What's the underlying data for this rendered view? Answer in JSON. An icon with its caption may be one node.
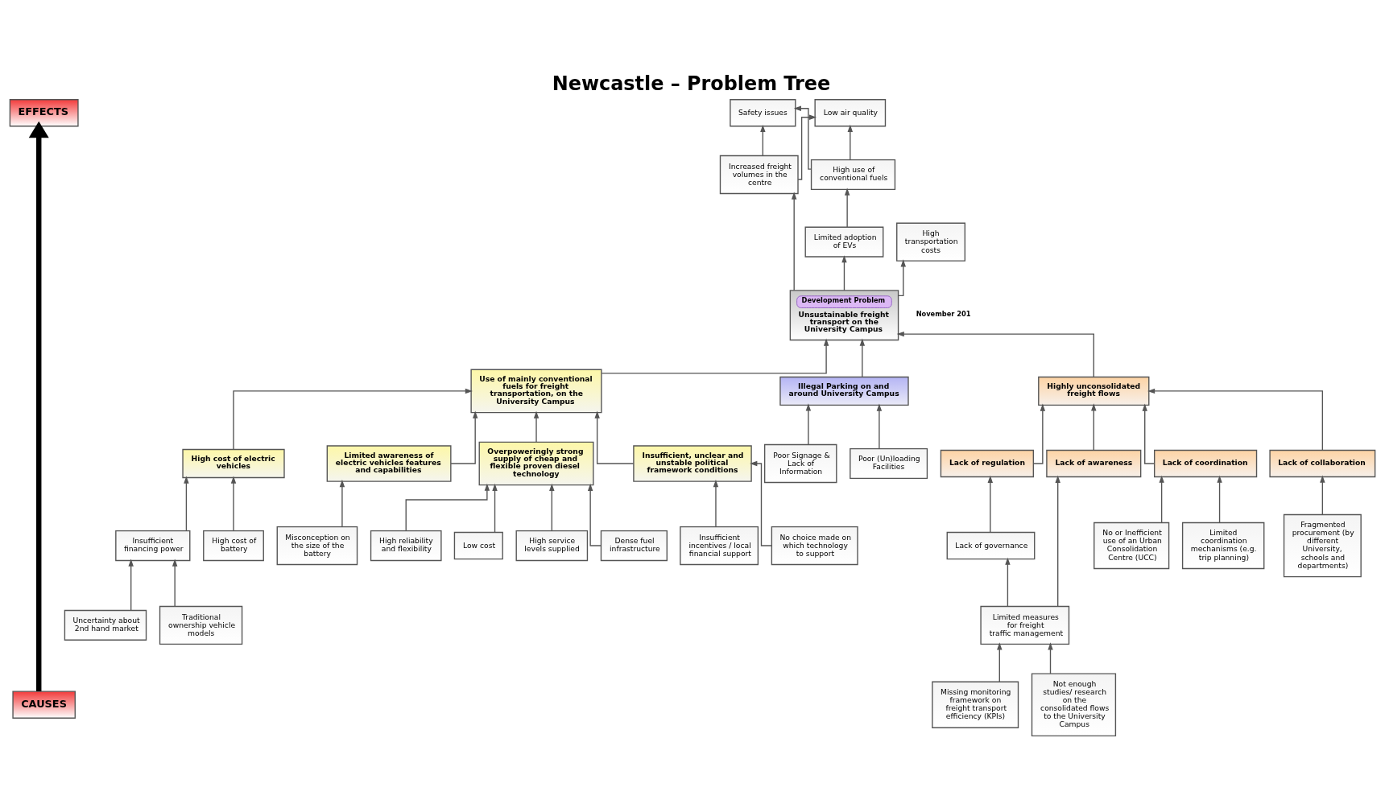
{
  "diagram": {
    "title": "Newcastle – Problem Tree",
    "nodes": [
      {
        "text": [
          "EFFECTS"
        ]
      },
      {
        "text": [
          "CAUSES"
        ]
      },
      {
        "text": [
          "Safety issues"
        ]
      },
      {
        "text": [
          "Low air quality"
        ]
      },
      {
        "text": [
          "High use of conventional fuels"
        ]
      },
      {
        "text": [
          "Increased freight volumes in the centre"
        ]
      },
      {
        "text": [
          "High transportation costs"
        ]
      },
      {
        "text": [
          "Limited adoption of EVs"
        ]
      },
      {
        "text": [
          "Development Problem",
          "Unsustainable freight transport on the University Campus"
        ]
      },
      {
        "text": [
          "Use of mainly conventional fuels for freight transportation, on the University Campus"
        ]
      },
      {
        "text": [
          "Illegal Parking on and around University Campus"
        ]
      },
      {
        "text": [
          "Highly unconsolidated freight flows"
        ]
      },
      {
        "text": [
          "High cost of electric vehicles"
        ]
      },
      {
        "text": [
          "Limited awareness of electric vehicles features and capabilities"
        ]
      },
      {
        "text": [
          "Overpoweringly strong supply of cheap and flexible proven diesel technology"
        ]
      },
      {
        "text": [
          "Insufficient, unclear and unstable political framework conditions"
        ]
      },
      {
        "text": [
          "Insufficient financing power"
        ]
      },
      {
        "text": [
          "High cost of battery"
        ]
      },
      {
        "text": [
          "Uncertainty about 2nd hand market"
        ]
      },
      {
        "text": [
          "Traditional ownership vehicle models"
        ]
      },
      {
        "text": [
          "Misconception on the size of the battery"
        ]
      },
      {
        "text": [
          "High reliability and flexibility"
        ]
      },
      {
        "text": [
          "Low cost"
        ]
      },
      {
        "text": [
          "High service levels supplied"
        ]
      },
      {
        "text": [
          "Dense fuel infrastructure"
        ]
      },
      {
        "text": [
          "Insufficient incentives / local financial support"
        ]
      },
      {
        "text": [
          "No choice made on which technology to support"
        ]
      },
      {
        "text": [
          "Poor Signage & Lack of Information"
        ]
      },
      {
        "text": [
          "Poor (Un)loading Facilities"
        ]
      },
      {
        "text": [
          "Lack of regulation"
        ]
      },
      {
        "text": [
          "Lack of awareness"
        ]
      },
      {
        "text": [
          "Lack of coordination"
        ]
      },
      {
        "text": [
          "Lack of collaboration"
        ]
      },
      {
        "text": [
          "Lack of governance"
        ]
      },
      {
        "text": [
          "Limited measures for freight traffic management"
        ]
      },
      {
        "text": [
          "Missing monitoring framework on freight transport efficiency (KPIs)"
        ]
      },
      {
        "text": [
          "Not enough studies/ research on the consolidated flows to the University Campus"
        ]
      },
      {
        "text": [
          "No or Inefficient use of an Urban Consolidation Centre (UCC)"
        ]
      },
      {
        "text": [
          "Limited coordination mechanisms (e.g. trip planning)"
        ]
      },
      {
        "text": [
          "Fragmented procurement (by different University, schools and departments)"
        ]
      }
    ],
    "edges": [
      {
        "from": 1,
        "to": 0,
        "arrow": "to",
        "style": "thick",
        "color": "#000000"
      },
      {
        "from": 5,
        "to": 2,
        "arrow": "to"
      },
      {
        "from": 5,
        "to": 3,
        "arrow": "to"
      },
      {
        "from": 4,
        "to": 2,
        "arrow": "to"
      },
      {
        "from": 4,
        "to": 3,
        "arrow": "to"
      },
      {
        "from": 7,
        "to": 4,
        "arrow": "to"
      },
      {
        "from": 8,
        "to": 5,
        "arrow": "to"
      },
      {
        "from": 8,
        "to": 6,
        "arrow": "to"
      },
      {
        "from": 8,
        "to": 7,
        "arrow": "to"
      },
      {
        "from": 9,
        "to": 8,
        "arrow": "to"
      },
      {
        "from": 10,
        "to": 8,
        "arrow": "to"
      },
      {
        "from": 11,
        "to": 8,
        "arrow": "to"
      },
      {
        "from": 12,
        "to": 9,
        "arrow": "to"
      },
      {
        "from": 13,
        "to": 9,
        "arrow": "to"
      },
      {
        "from": 14,
        "to": 9,
        "arrow": "to"
      },
      {
        "from": 15,
        "to": 9,
        "arrow": "to"
      },
      {
        "from": 16,
        "to": 12,
        "arrow": "to"
      },
      {
        "from": 17,
        "to": 12,
        "arrow": "to"
      },
      {
        "from": 18,
        "to": 16,
        "arrow": "to"
      },
      {
        "from": 19,
        "to": 16,
        "arrow": "to"
      },
      {
        "from": 20,
        "to": 13,
        "arrow": "to"
      },
      {
        "from": 21,
        "to": 14,
        "arrow": "to"
      },
      {
        "from": 22,
        "to": 14,
        "arrow": "to"
      },
      {
        "from": 23,
        "to": 14,
        "arrow": "to"
      },
      {
        "from": 24,
        "to": 14,
        "arrow": "to"
      },
      {
        "from": 25,
        "to": 15,
        "arrow": "to"
      },
      {
        "from": 26,
        "to": 15,
        "arrow": "to"
      },
      {
        "from": 27,
        "to": 10,
        "arrow": "to"
      },
      {
        "from": 28,
        "to": 10,
        "arrow": "to"
      },
      {
        "from": 29,
        "to": 11,
        "arrow": "to"
      },
      {
        "from": 30,
        "to": 11,
        "arrow": "to"
      },
      {
        "from": 31,
        "to": 11,
        "arrow": "to"
      },
      {
        "from": 32,
        "to": 11,
        "arrow": "to"
      },
      {
        "from": 33,
        "to": 29,
        "arrow": "to"
      },
      {
        "from": 34,
        "to": 33,
        "arrow": "to"
      },
      {
        "from": 34,
        "to": 30,
        "arrow": "to"
      },
      {
        "from": 35,
        "to": 34,
        "arrow": "to"
      },
      {
        "from": 36,
        "to": 34,
        "arrow": "to"
      },
      {
        "from": 37,
        "to": 31,
        "arrow": "to"
      },
      {
        "from": 38,
        "to": 31,
        "arrow": "to"
      },
      {
        "from": 39,
        "to": 32,
        "arrow": "to"
      }
    ],
    "labels": [
      "November 201"
    ]
  }
}
